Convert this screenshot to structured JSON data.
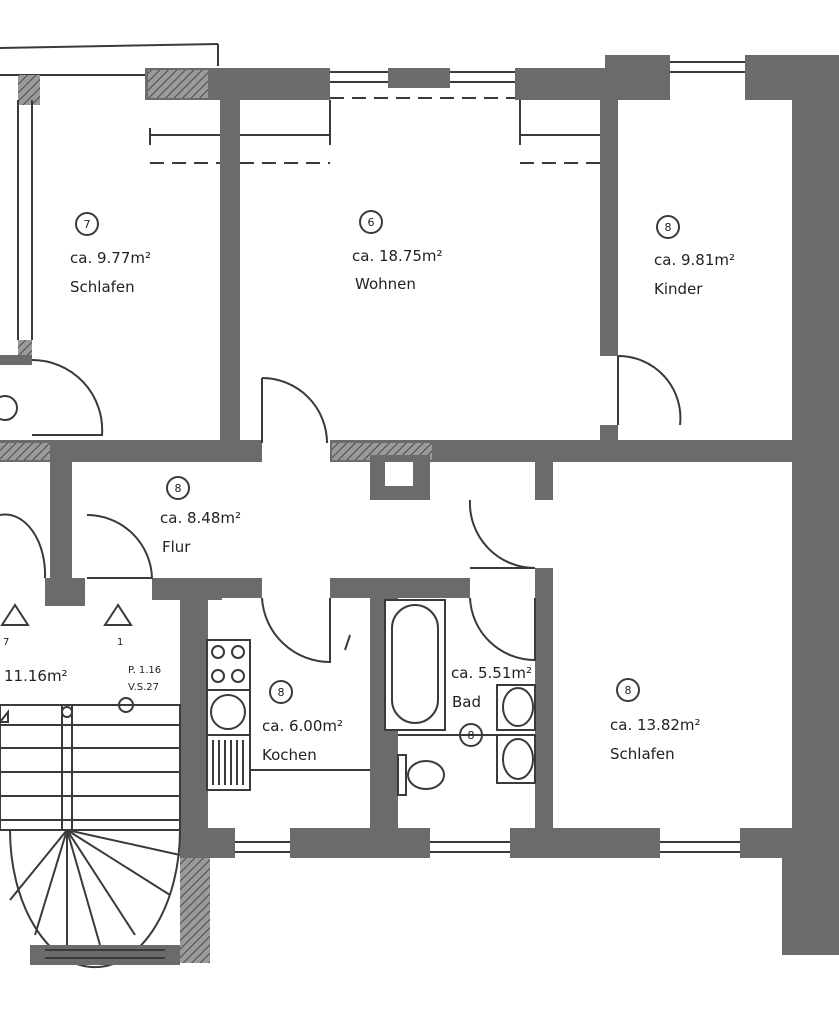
{
  "rooms": [
    {
      "number": "7",
      "area": "ca. 9.77m²",
      "name": "Schlafen"
    },
    {
      "number": "6",
      "area": "ca. 18.75m²",
      "name": "Wohnen"
    },
    {
      "number": "8",
      "area": "ca. 9.81m²",
      "name": "Kinder"
    },
    {
      "number": "8",
      "area": "ca. 8.48m²",
      "name": "Flur"
    },
    {
      "number": "8",
      "area": "ca. 6.00m²",
      "name": "Kochen"
    },
    {
      "number": "8",
      "area": "ca. 5.51m²",
      "name": "Bad"
    },
    {
      "number": "8",
      "area": "ca. 13.82m²",
      "name": "Schlafen"
    }
  ],
  "stair": {
    "area": "11.16m²",
    "step_number": "7",
    "step_number_2": "1",
    "level": "P. 1.16",
    "level_note": "V.S.27"
  }
}
